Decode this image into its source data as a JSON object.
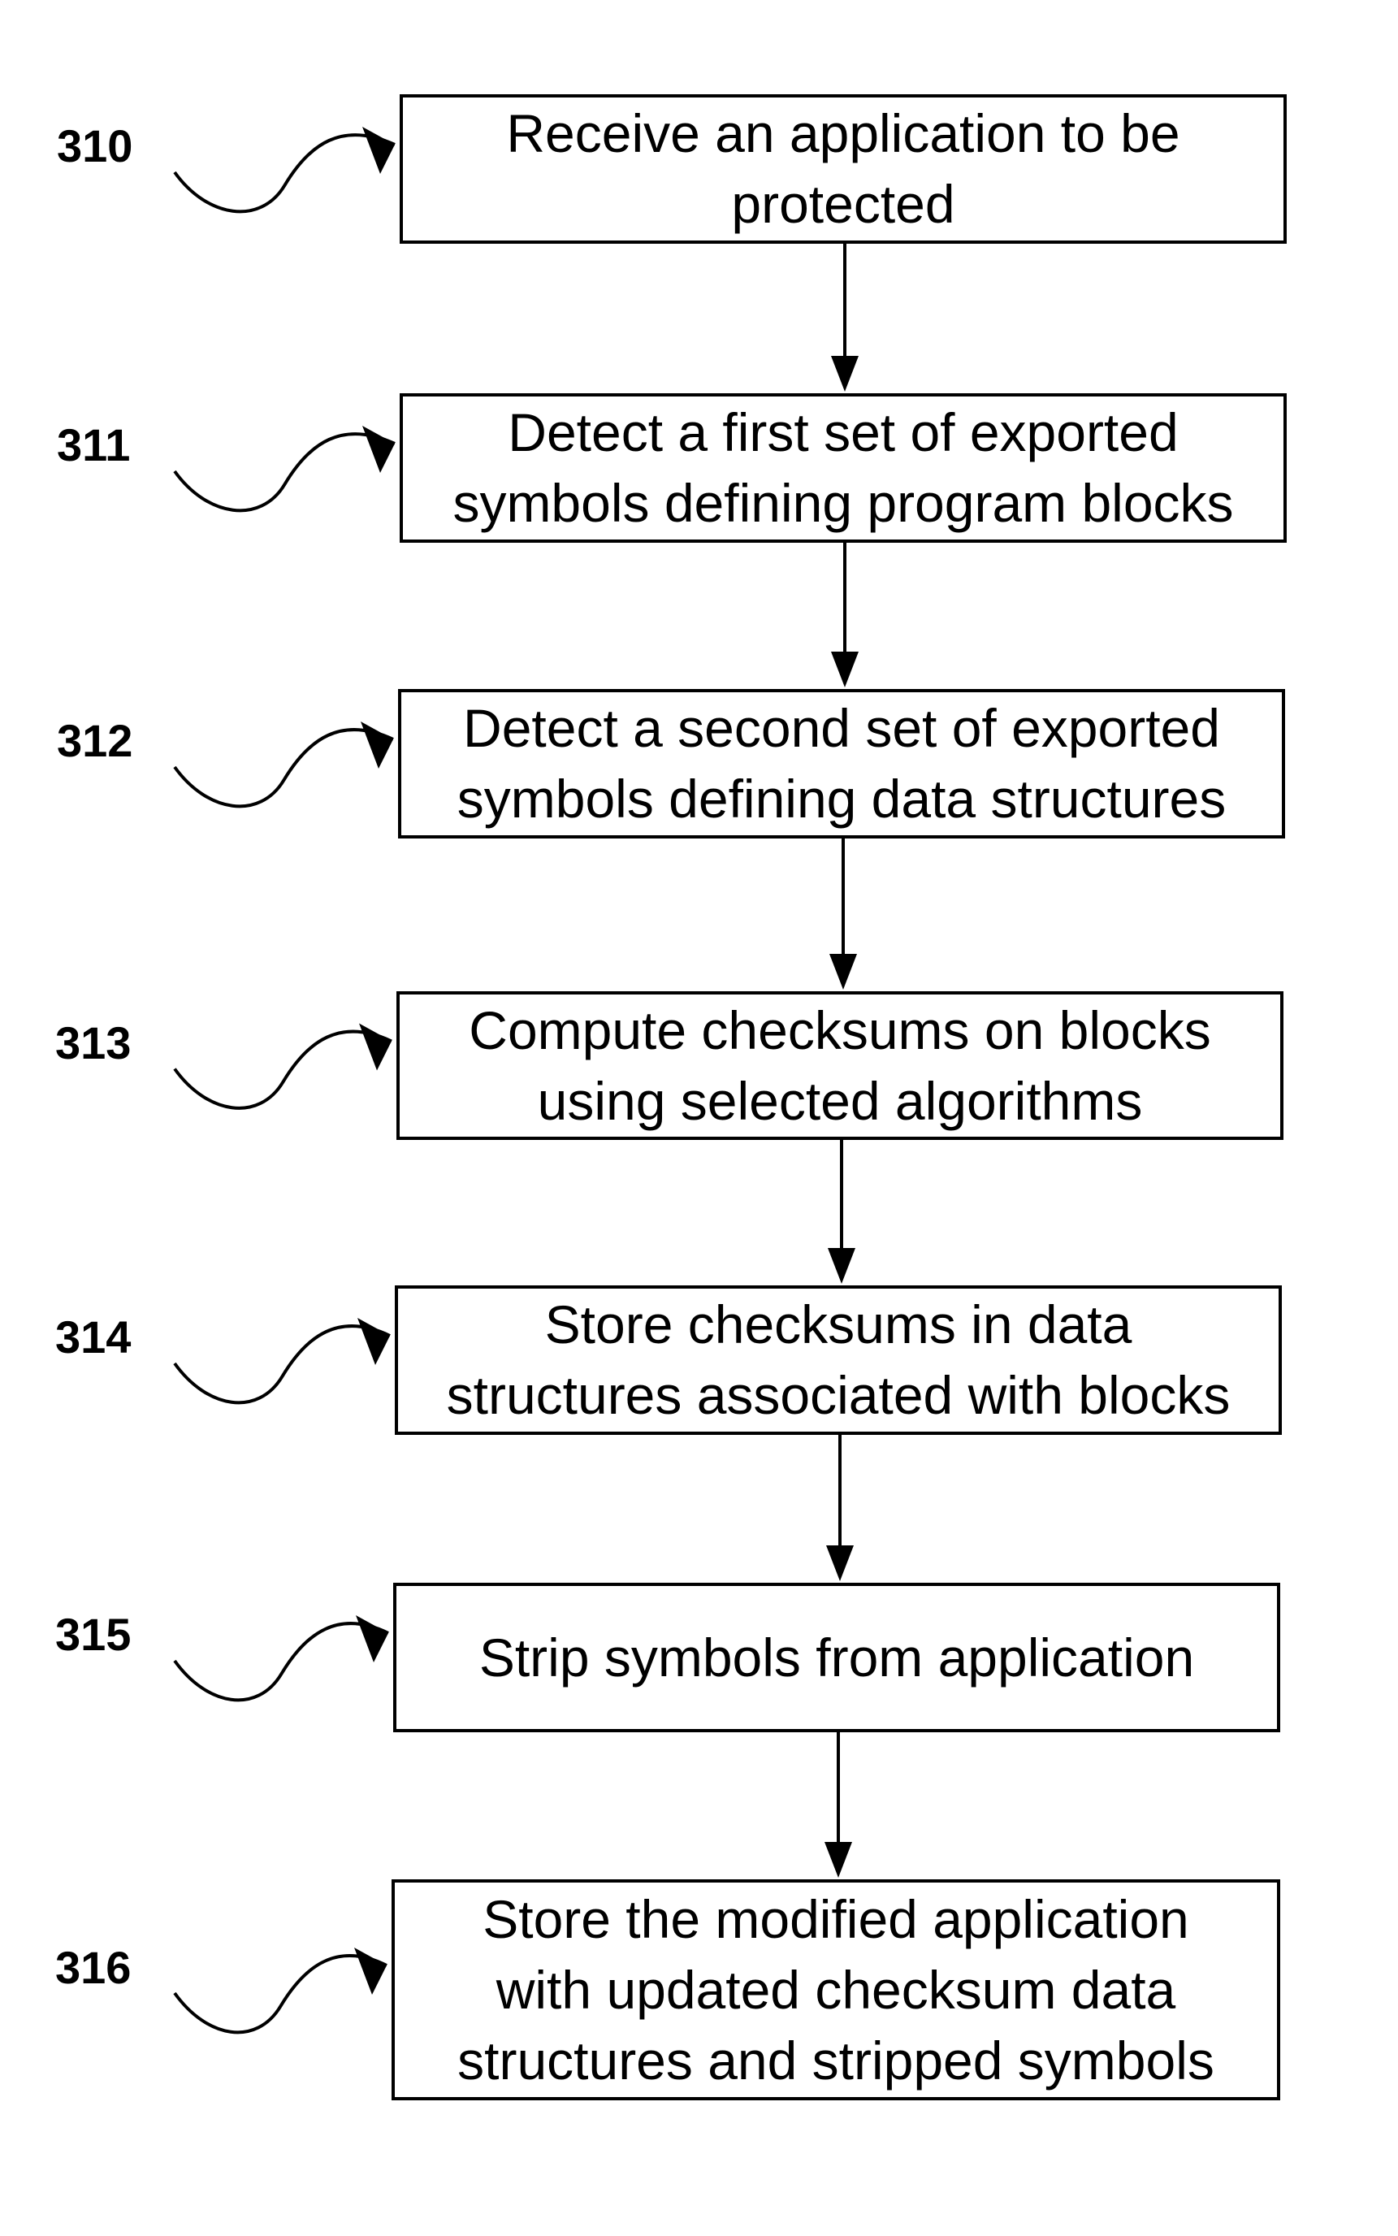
{
  "steps": [
    {
      "ref": "310",
      "lines": [
        "Receive an application to be",
        "protected"
      ]
    },
    {
      "ref": "311",
      "lines": [
        "Detect a first set of exported",
        "symbols defining program blocks"
      ]
    },
    {
      "ref": "312",
      "lines": [
        "Detect a second set of exported",
        "symbols defining data structures"
      ]
    },
    {
      "ref": "313",
      "lines": [
        "Compute checksums on blocks",
        "using selected algorithms"
      ]
    },
    {
      "ref": "314",
      "lines": [
        "Store checksums in data",
        "structures associated with blocks"
      ]
    },
    {
      "ref": "315",
      "lines": [
        "Strip symbols from application"
      ]
    },
    {
      "ref": "316",
      "lines": [
        "Store the modified application",
        "with updated checksum data",
        "structures and stripped symbols"
      ]
    }
  ]
}
